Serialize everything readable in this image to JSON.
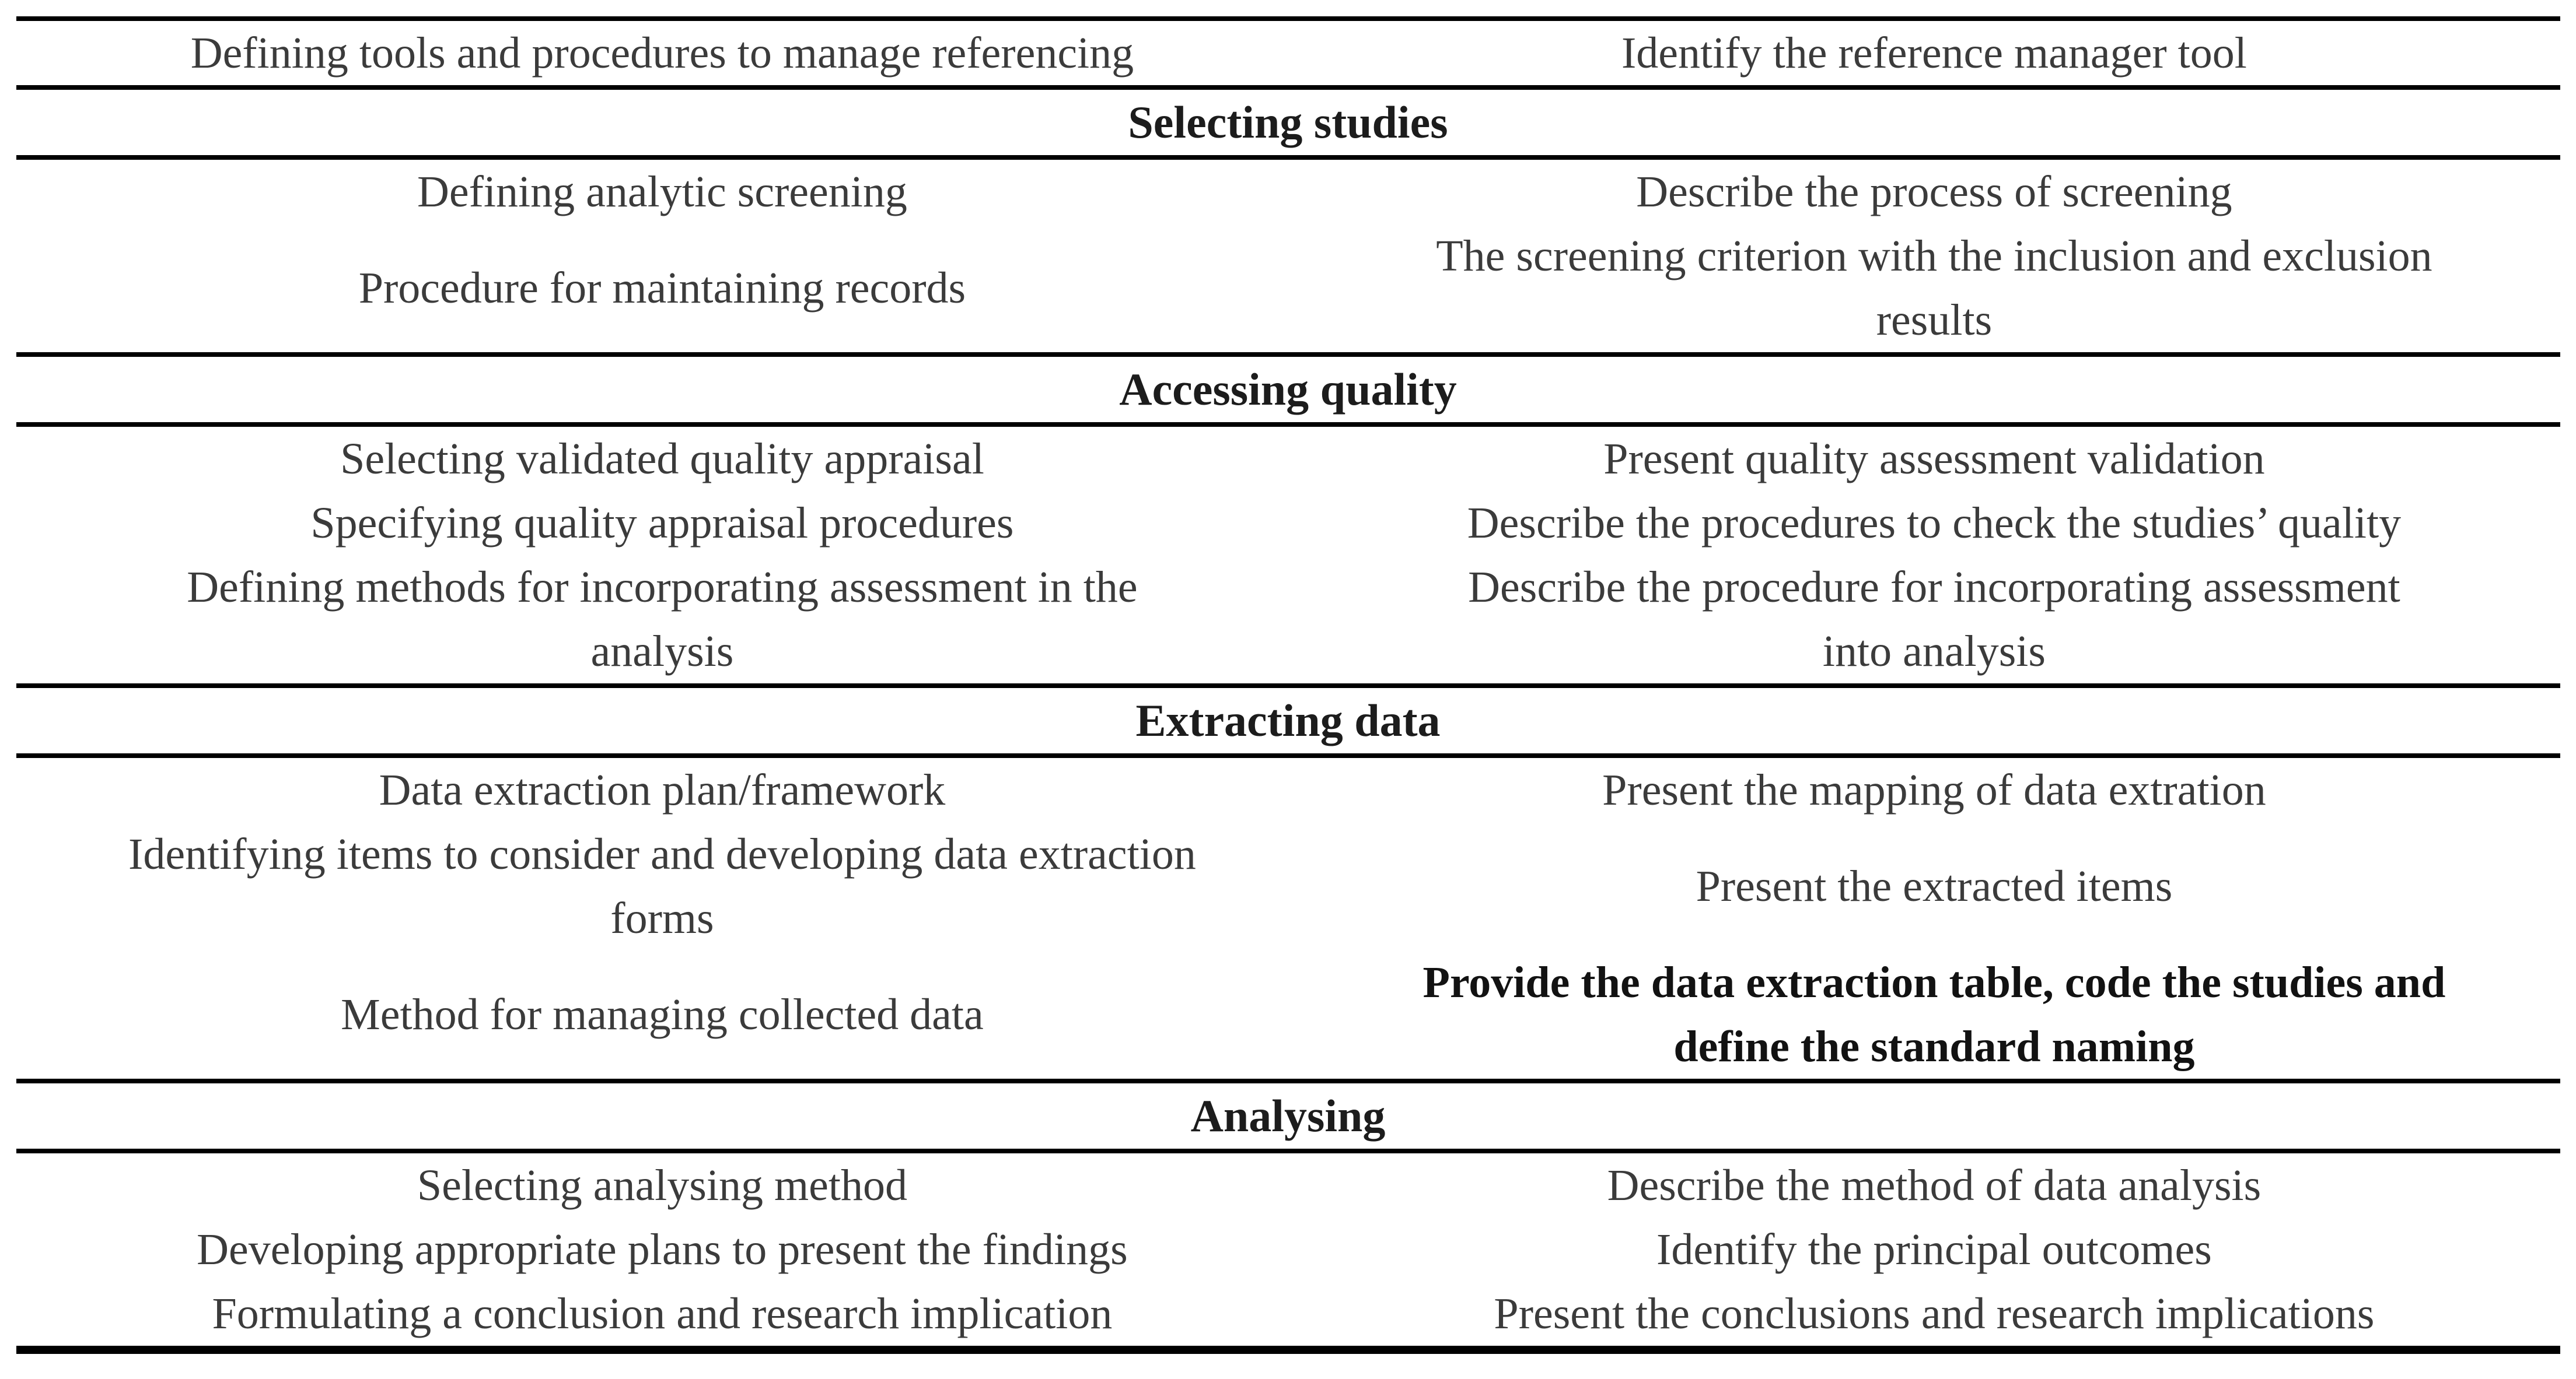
{
  "table": {
    "rows": [
      {
        "type": "row",
        "left": "Defining tools and procedures to manage referencing",
        "right": "Identify the reference manager tool"
      },
      {
        "type": "section",
        "label": "Selecting studies"
      },
      {
        "type": "row",
        "left": "Defining analytic screening",
        "right": "Describe the process of screening"
      },
      {
        "type": "row",
        "left": "Procedure for maintaining records",
        "right": "The screening criterion with the inclusion and exclusion\nresults"
      },
      {
        "type": "section",
        "label": "Accessing quality"
      },
      {
        "type": "row",
        "left": "Selecting validated quality appraisal",
        "right": "Present quality assessment validation"
      },
      {
        "type": "row",
        "left": "Specifying quality appraisal procedures",
        "right": "Describe the procedures to check the studies’ quality"
      },
      {
        "type": "row",
        "left": "Defining methods for incorporating assessment in the\nanalysis",
        "right": "Describe the procedure for incorporating assessment\ninto analysis"
      },
      {
        "type": "section",
        "label": "Extracting data"
      },
      {
        "type": "row",
        "left": "Data extraction plan/framework",
        "right": "Present the mapping of data extration"
      },
      {
        "type": "row",
        "left": "Identifying items to consider and developing data extraction\nforms",
        "right": "Present the extracted items"
      },
      {
        "type": "row",
        "left": "Method for managing collected data",
        "right": "Provide the data extraction table, code the studies and\ndefine the standard naming",
        "emphasis": true
      },
      {
        "type": "section",
        "label": "Analysing"
      },
      {
        "type": "row",
        "left": "Selecting analysing method",
        "right": "Describe the method of data analysis"
      },
      {
        "type": "row",
        "left": "Developing appropriate plans to present the findings",
        "right": "Identify the principal outcomes"
      },
      {
        "type": "row",
        "left": "Formulating a conclusion and research implication",
        "right": "Present the conclusions and research implications"
      }
    ]
  }
}
